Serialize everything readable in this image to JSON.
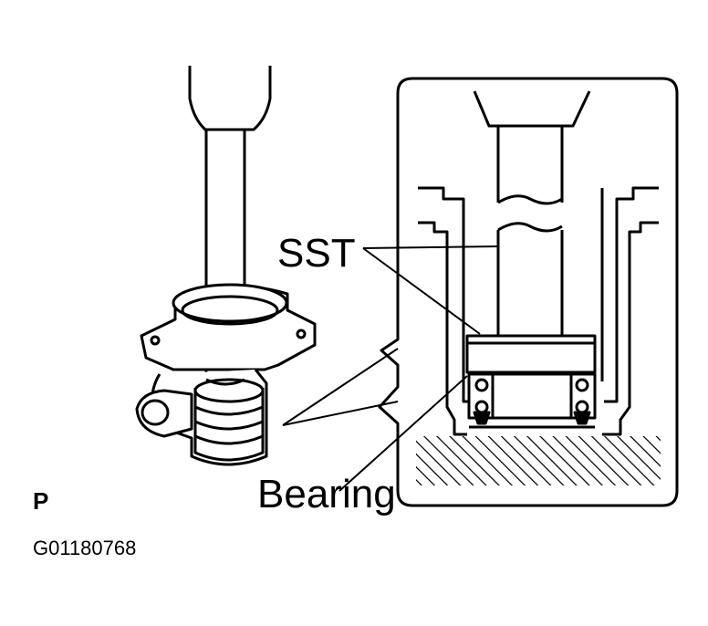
{
  "labels": {
    "sst": "SST",
    "bearing": "Bearing",
    "view": "P",
    "figure_code": "G01180768"
  },
  "colors": {
    "ink": "#000000",
    "background": "#ffffff"
  }
}
